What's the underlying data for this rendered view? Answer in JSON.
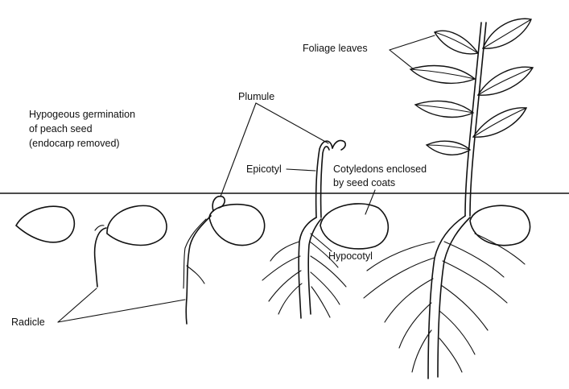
{
  "caption": {
    "line1": "Hypogeous germination",
    "line2": "of peach seed",
    "line3": "(endocarp removed)"
  },
  "labels": {
    "plumule": "Plumule",
    "epicotyl": "Epicotyl",
    "cotyledons_line1": "Cotyledons enclosed",
    "cotyledons_line2": "by seed coats",
    "hypocotyl": "Hypocotyl",
    "foliage_leaves": "Foliage leaves",
    "radicle": "Radicle"
  },
  "colors": {
    "ink": "#111111",
    "background": "#ffffff"
  }
}
